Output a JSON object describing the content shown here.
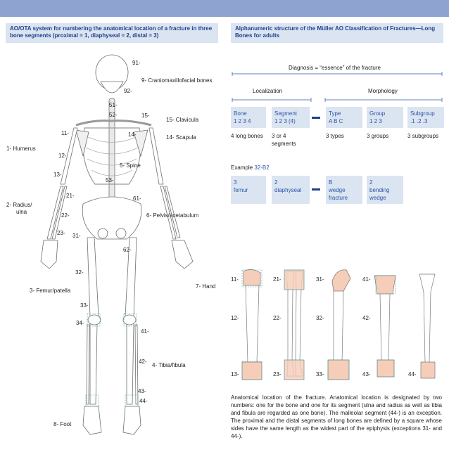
{
  "left_panel": {
    "title": "AO/OTA system for numbering the anatomical location of a fracture in three bone segments (proximal = 1, diaphyseal = 2, distal = 3)",
    "region_labels": {
      "humerus": "1- Humerus",
      "radius_ulna_1": "2- Radius/",
      "radius_ulna_2": "ulna",
      "femur": "3- Femur/patella",
      "tibia": "4- Tibia/fibula",
      "spine": "5- Spine",
      "pelvis": "6- Pelvis/acetabulum",
      "hand": "7- Hand",
      "foot": "8- Foot",
      "cranio": "9- Craniomaxillofacial bones",
      "clavicula": "15- Clavicula",
      "scapula": "14- Scapula"
    },
    "segment_numbers": {
      "n91": "91-",
      "n92": "92-",
      "n51": "51-",
      "n52": "52-",
      "n15": "15-",
      "n14": "14-",
      "n11": "11-",
      "n12": "12-",
      "n13": "13-",
      "n53": "53-",
      "n21": "21-",
      "n22": "22-",
      "n23": "23-",
      "n31": "31-",
      "n61": "61-",
      "n62": "62-",
      "n32": "32-",
      "n33": "33-",
      "n34": "34-",
      "n41": "41-",
      "n42": "42-",
      "n43": "43-",
      "n44": "44-"
    }
  },
  "right_panel": {
    "title": "Alphanumeric structure of the Müller AO Classification of Fractures—Long Bones for adults",
    "diagnosis": "Diagnosis = “essence” of the fracture",
    "localization": "Localization",
    "morphology": "Morphology",
    "boxes": {
      "bone": {
        "line1": "Bone",
        "line2": "1 2 3 4"
      },
      "segment": {
        "line1": "Segment",
        "line2": "1 2 3 (4)"
      },
      "type": {
        "line1": "Type",
        "line2": "A B C"
      },
      "group": {
        "line1": "Group",
        "line2": "1 2 3"
      },
      "subgroup": {
        "line1": "Subgroup",
        "line2": ".1 .2 .3"
      }
    },
    "counts": {
      "bones": "4 long bones",
      "segments_1": "3 or 4",
      "segments_2": "segments",
      "types": "3 types",
      "groups": "3 groups",
      "subgroups": "3 subgroups"
    },
    "example_label": "Example",
    "example_code": "32-B2",
    "example_boxes": {
      "b1": {
        "line1": "3",
        "line2": "femur"
      },
      "b2": {
        "line1": "2",
        "line2": "diaphyseal"
      },
      "b3": {
        "line1": "B",
        "line2": "wedge",
        "line3": "fracture"
      },
      "b4": {
        "line1": "2",
        "line2": "bending",
        "line3": "wedge"
      }
    },
    "bone_labels": {
      "l11": "11-",
      "l12": "12-",
      "l13": "13-",
      "l21": "21-",
      "l22": "22-",
      "l23": "23-",
      "l31": "31-",
      "l32": "32-",
      "l33": "33-",
      "l41": "41-",
      "l42": "42-",
      "l43": "43-",
      "l44": "44-"
    },
    "caption": "Anatomical location of the fracture. Anatomical location is designated by two numbers: one for the bone and one for its segment (ulna and radius as well as tibia and fibula are regarded as one bone). The malleolar segment (44-) is an exception. The proximal and the distal segments of long bones are defined by a square whose sides have the same length as the widest part of the epiphysis (exceptions 31- and 44-)."
  },
  "colors": {
    "header_bar": "#8fa3d1",
    "panel_head": "#dbe4f1",
    "title_text": "#1f3f8a",
    "box_text": "#2a56a8",
    "epiphysis": "#f6cdb8"
  }
}
